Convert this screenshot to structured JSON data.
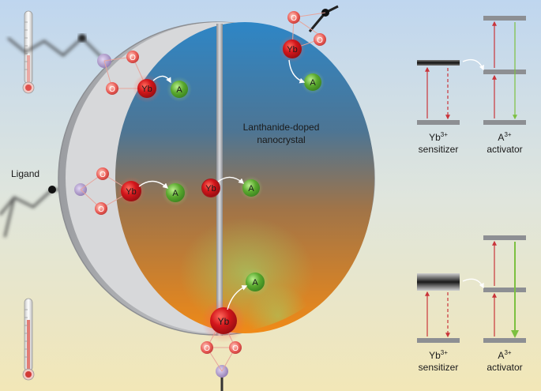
{
  "labels": {
    "nanocrystal_line1": "Lanthanide-doped",
    "nanocrystal_line2": "nanocrystal",
    "ligand": "Ligand",
    "yb": "Yb",
    "a": "A",
    "o": "O"
  },
  "energy_diagrams": [
    {
      "sensitizer_base": "Yb",
      "sensitizer_sup": "3+",
      "sensitizer_role": "sensitizer",
      "activator_base": "A",
      "activator_sup": "3+",
      "activator_role": "activator"
    },
    {
      "sensitizer_base": "Yb",
      "sensitizer_sup": "3+",
      "sensitizer_role": "sensitizer",
      "activator_base": "A",
      "activator_sup": "3+",
      "activator_role": "activator"
    }
  ],
  "colors": {
    "yb_red": "#d0161b",
    "a_green": "#4ea52b",
    "oxygen_pink": "#e0514d",
    "phosphorus_purple": "#a18bc0",
    "level_gray": "#8d8f93",
    "arrow_red": "#c9343a",
    "arrow_green": "#7cc040"
  },
  "icons": [
    "thermometer-icon"
  ]
}
